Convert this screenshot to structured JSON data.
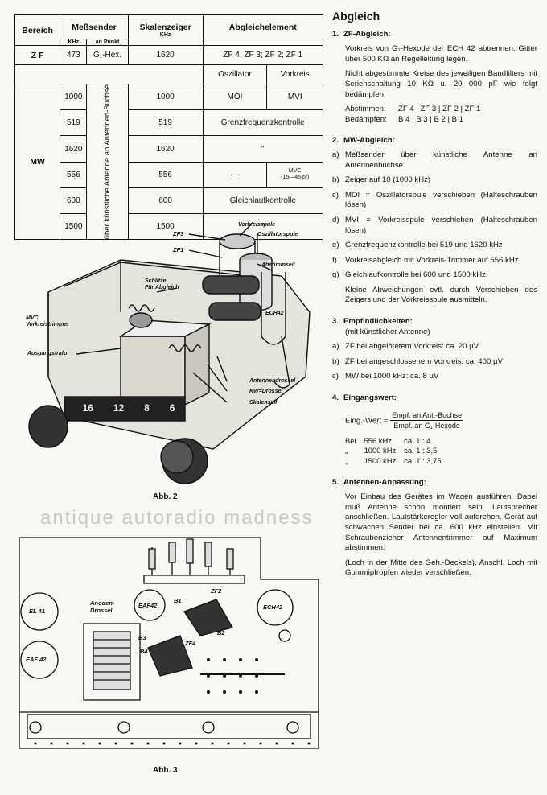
{
  "table": {
    "h_bereich": "Bereich",
    "h_messsender": "Meßsender",
    "h_khz": "KHz",
    "h_anpunkt": "an Punkt",
    "h_skalenzeiger": "Skalenzeiger",
    "h_skalen_khz": "KHz",
    "h_abgleich": "Abgleichelement",
    "zf_label": "Z F",
    "zf_khz": "473",
    "zf_punkt": "G₁-Hex.",
    "zf_skala": "1620",
    "zf_elem": "ZF 4; ZF 3; ZF 2; ZF 1",
    "h_oszillator": "Oszillator",
    "h_vorkreis": "Vorkreis",
    "mw_label": "MW",
    "mw_punkt": "über künstliche Antenne an Antennen-Buchse",
    "rows": [
      {
        "khz": "1000",
        "skala": "1000",
        "osz": "MOI",
        "vork": "MVI"
      },
      {
        "khz": "519",
        "skala": "519",
        "merged": "Grenzfrequenzkontrolle"
      },
      {
        "khz": "1620",
        "skala": "1620",
        "merged": "\""
      },
      {
        "khz": "556",
        "skala": "556",
        "osz": "—",
        "vork": "MVC",
        "vork2": "(15—45 pf)"
      },
      {
        "khz": "600",
        "skala": "600",
        "merged": "Gleichlaufkontrolle"
      },
      {
        "khz": "1500",
        "skala": "1500",
        "merged": "\""
      }
    ]
  },
  "text": {
    "heading": "Abgleich",
    "s1_num": "1.",
    "s1_title": "ZF-Abgleich:",
    "s1_p1": "Vorkreis von G₁-Hexode der ECH 42 abtrennen. Gitter über 500 KΩ an Regelleitung legen.",
    "s1_p2": "Nicht abgestimmte Kreise des jeweiligen Bandfilters mit Serienschaltung 10 KΩ u. 20 000 pF wie folgt bedämpfen:",
    "s1_abst": "Abstimmen:",
    "s1_abst_v": "ZF 4 | ZF 3 | ZF 2 | ZF 1",
    "s1_bed": "Bedämpfen:",
    "s1_bed_v": "B 4 | B 3 | B 2 | B 1",
    "s2_num": "2.",
    "s2_title": "MW-Abgleich:",
    "s2_items": [
      {
        "l": "a)",
        "t": "Meßsender über künstliche Antenne an Antennenbuchse"
      },
      {
        "l": "b)",
        "t": "Zeiger auf 10 (1000 kHz)"
      },
      {
        "l": "c)",
        "t": "MOI = Oszillatorspule verschieben (Halteschrauben lösen)"
      },
      {
        "l": "d)",
        "t": "MVI = Vorkreisspule verschieben (Halteschrauben lösen)"
      },
      {
        "l": "e)",
        "t": "Grenzfrequenzkontrolle bei 519 und 1620 kHz"
      },
      {
        "l": "f)",
        "t": "Vorkreisabgleich mit Vorkreis-Trimmer auf 556 kHz"
      },
      {
        "l": "g)",
        "t": "Gleichlaufkontrolle bei 600 und 1500 kHz."
      }
    ],
    "s2_note": "Kleine Abweichungen evtl. durch Verschieben des Zeigers und der Vorkreisspule ausmitteln.",
    "s3_num": "3.",
    "s3_title": "Empfindlichkeiten:",
    "s3_sub": "(mit künstlicher Antenne)",
    "s3_items": [
      {
        "l": "a)",
        "t": "ZF bei abgelötetem Vorkreis: ca. 20 µV"
      },
      {
        "l": "b)",
        "t": "ZF bei angeschlossenem Vorkreis: ca. 400 µV"
      },
      {
        "l": "c)",
        "t": "MW bei 1000 kHz: ca. 8 µV"
      }
    ],
    "s4_num": "4.",
    "s4_title": "Eingangswert:",
    "s4_lhs": "Eing.-Wert =",
    "s4_top": "Empf. an Ant.-Buchse",
    "s4_bot": "Empf. an G₁-Hexode",
    "s4_rows": [
      {
        "pre": "Bei",
        "khz": "556 kHz",
        "ca": "ca. 1 : 4"
      },
      {
        "pre": "„",
        "khz": "1000 kHz",
        "ca": "ca. 1 : 3,5"
      },
      {
        "pre": "„",
        "khz": "1500 kHz",
        "ca": "ca. 1 : 3,75"
      }
    ],
    "s5_num": "5.",
    "s5_title": "Antennen-Anpassung:",
    "s5_p1": "Vor Einbau des Gerätes im Wagen ausführen. Dabei muß Antenne schon montiert sein. Lautsprecher anschließen. Lautstärkeregler voll aufdrehen. Gerät auf schwachen Sender bei ca. 600 kHz einstellen. Mit Schraubenzieher Antennentrimmer auf Maximum abstimmen.",
    "s5_p2": "(Loch in der Mitte des Geh.-Deckels). Anschl. Loch mit Gummipfropfen wieder verschließen."
  },
  "fig2": {
    "caption": "Abb. 2",
    "labels": {
      "vorkreisspule": "Vorkreisspule",
      "oszillatorspule": "Oszillatorspule",
      "zf3": "ZF3",
      "zf1": "ZF1",
      "abstimmseil": "Abstimmseil",
      "schlitze": "Schlitze",
      "fuer_abgleich": "Für Abgleich",
      "ech42": "ECH42",
      "mvc": "MVC",
      "vorkreistrimmer": "Vorkreistrimmer",
      "ausgangstrafo": "Ausgangstrafo",
      "antennendrossel": "Antennendrossel",
      "kw_drossel": "KW=Drossel",
      "skalenseil": "Skalenseil"
    },
    "dial": [
      "16",
      "12",
      "8",
      "6"
    ]
  },
  "fig3": {
    "caption": "Abb. 3",
    "labels": {
      "el41": "EL 41",
      "eaf42a": "EAF 42",
      "eaf42b": "EAF42",
      "anoden": "Anoden-",
      "drossel": "Drossel",
      "ech42": "ECH42",
      "b1": "B1",
      "zf2": "ZF2",
      "zf4": "ZF4",
      "b2": "B2",
      "b3": "B3",
      "b4": "B4"
    }
  },
  "watermark": "antique autoradio madness"
}
